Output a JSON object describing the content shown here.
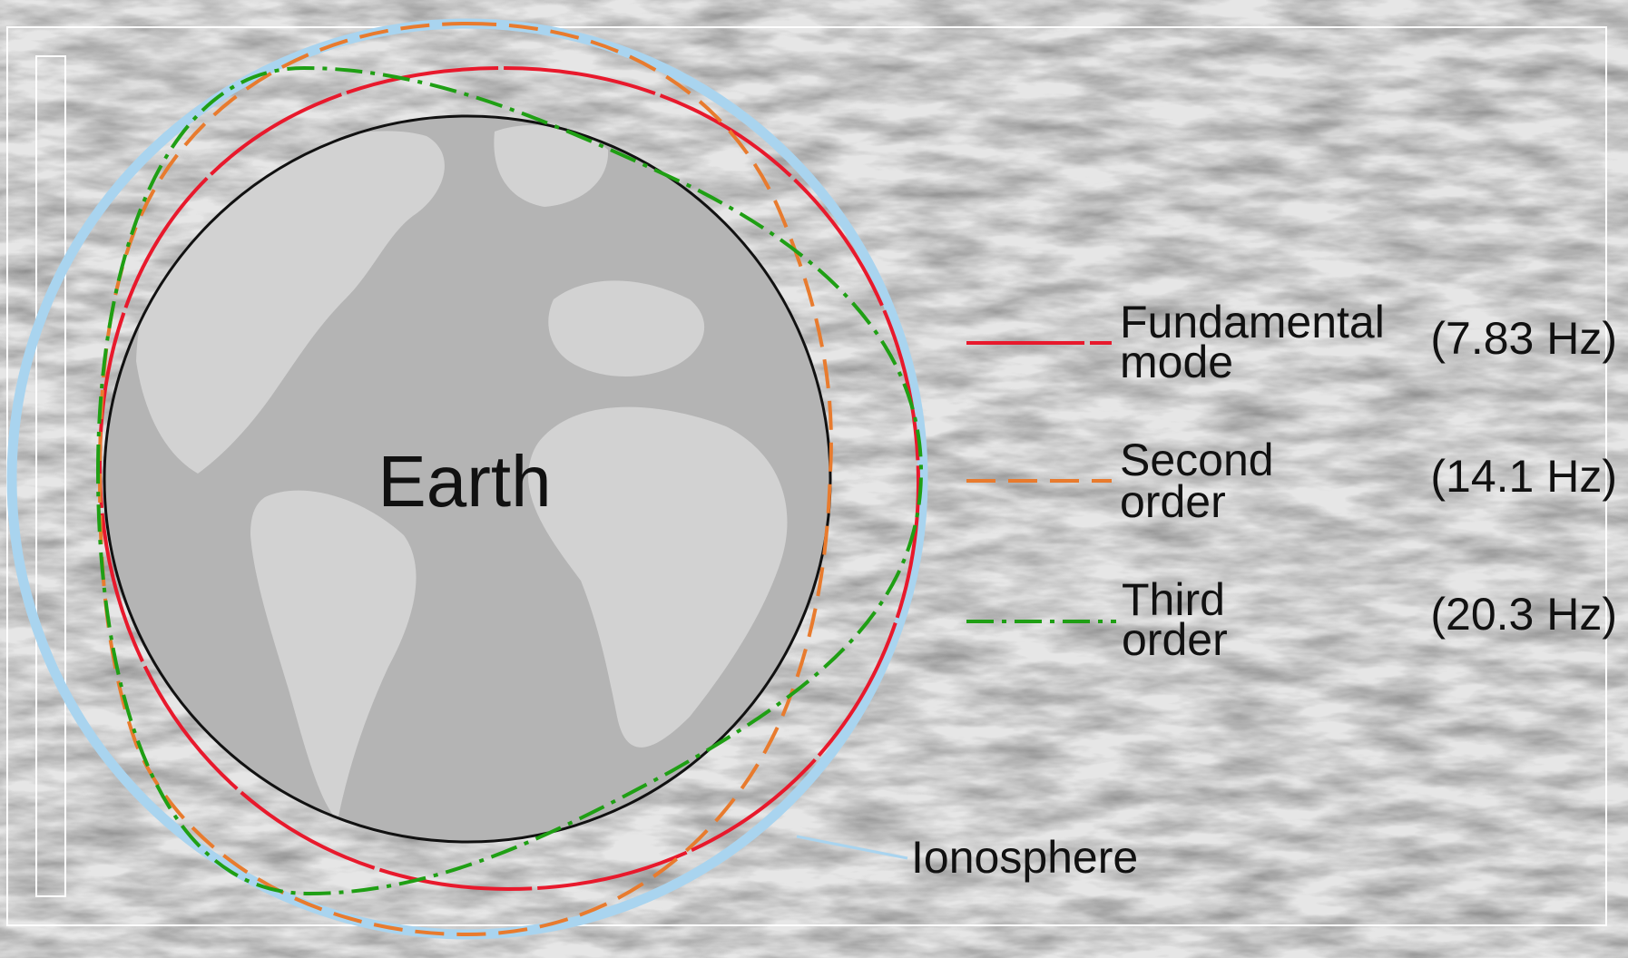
{
  "diagram": {
    "earth_label": "Earth",
    "ionosphere_label": "Ionosphere",
    "legend": [
      {
        "line1": "Fundamental",
        "line2": "mode",
        "frequency": "(7.83 Hz)",
        "color": "#e8192c",
        "dash": "solid-with-gap"
      },
      {
        "line1": "Second",
        "line2": "order",
        "frequency": "(14.1 Hz)",
        "color": "#e87b2e",
        "dash": "dashed"
      },
      {
        "line1": "Third",
        "line2": "order",
        "frequency": "(20.3 Hz)",
        "color": "#1f9f14",
        "dash": "dash-dot"
      }
    ],
    "colors": {
      "earth_ocean": "#b4b4b4",
      "earth_land": "#d2d2d2",
      "ionosphere": "#a9d4ef",
      "background": "#e4e4e4"
    }
  }
}
